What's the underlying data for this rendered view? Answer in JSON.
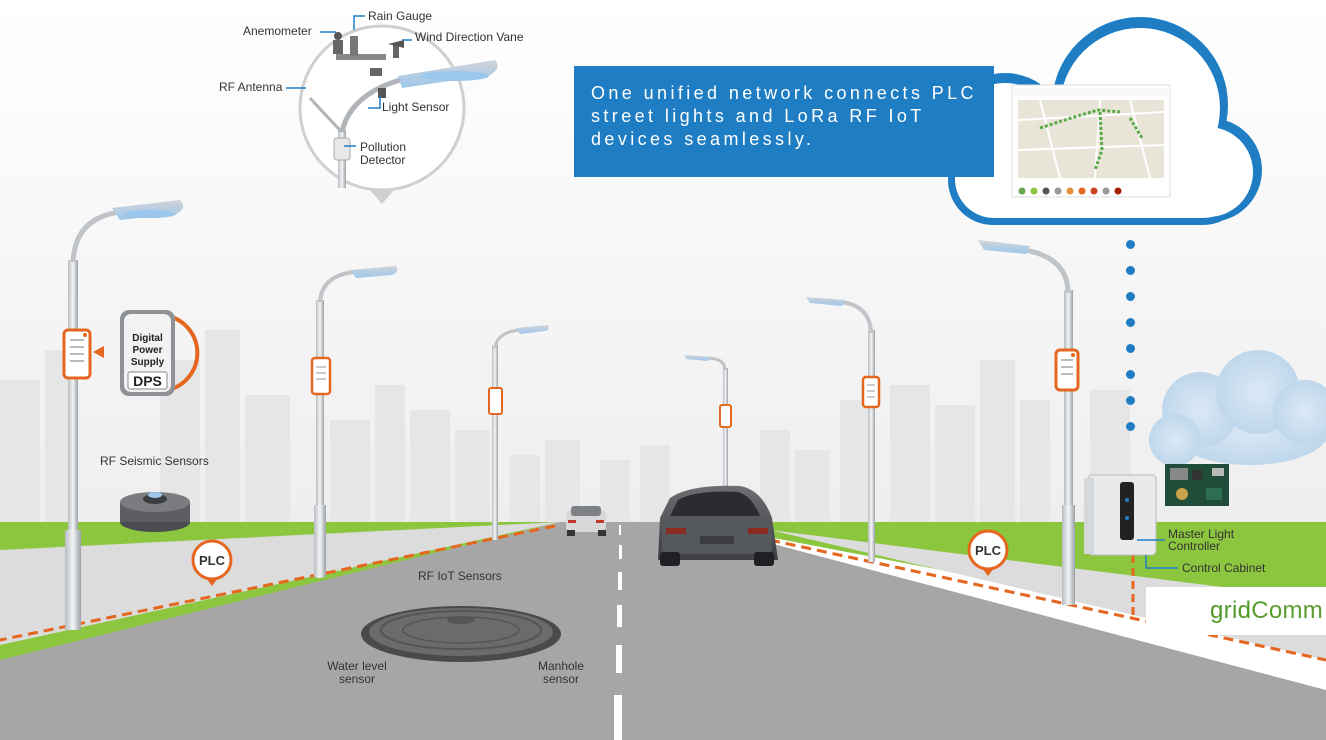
{
  "banner": {
    "text": "One unified network connects PLC street lights and LoRa RF IoT devices seamlessly."
  },
  "inset_labels": {
    "anemometer": "Anemometer",
    "rain_gauge": "Rain Gauge",
    "wind_vane": "Wind Direction Vane",
    "rf_antenna": "RF Antenna",
    "light_sensor": "Light Sensor",
    "pollution_line1": "Pollution",
    "pollution_line2": "Detector"
  },
  "dps": {
    "line1": "Digital",
    "line2": "Power",
    "line3": "Supply",
    "abbr": "DPS"
  },
  "labels": {
    "rf_seismic": "RF Seismic Sensors",
    "rf_iot": "RF IoT Sensors",
    "water_line1": "Water level",
    "water_line2": "sensor",
    "manhole_line1": "Manhole",
    "manhole_line2": "sensor",
    "master_line1": "Master Light",
    "master_line2": "Controller",
    "control_cabinet": "Control Cabinet"
  },
  "plc_badges": [
    "PLC",
    "PLC"
  ],
  "logo": {
    "grid": "grid",
    "comm": "Comm"
  },
  "colors": {
    "sky": "#f4f4f4",
    "grass": "#8cc63f",
    "road": "#a6a6a6",
    "banner": "#1e7dc3",
    "plc_orange": "#e5671f",
    "lamp_glow": "#9cc7ec",
    "cloud_blue": "#1e7dc3",
    "brand_green": "#5a9e2f"
  }
}
